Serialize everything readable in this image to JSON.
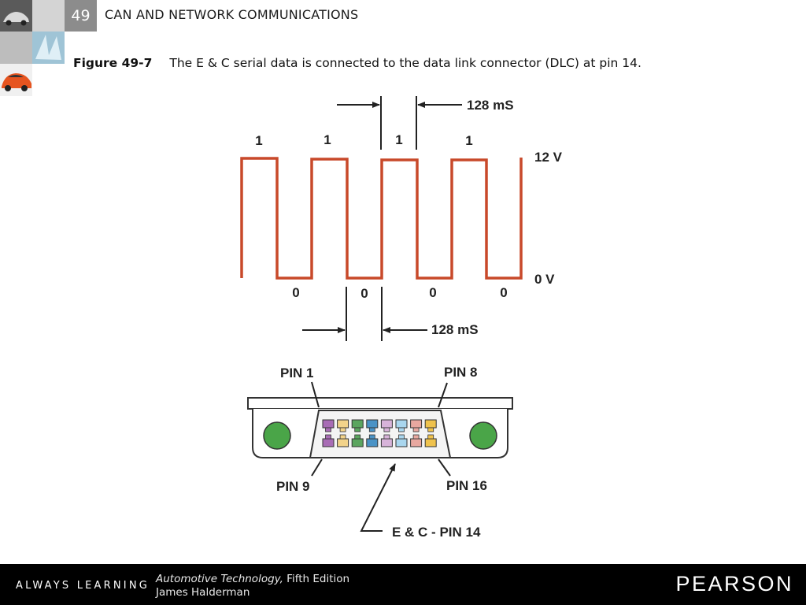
{
  "header": {
    "chapter_number": "49",
    "chapter_title": "CAN AND NETWORK COMMUNICATIONS"
  },
  "caption": {
    "label": "Figure 49-7",
    "text": "The E & C serial data is connected to the data link connector (DLC) at pin 14."
  },
  "waveform": {
    "high_bits": [
      "1",
      "1",
      "1",
      "1"
    ],
    "low_bits": [
      "0",
      "0",
      "0",
      "0"
    ],
    "voltage_high": "12 V",
    "voltage_low": "0 V",
    "period_top": "128 mS",
    "period_bottom": "128 mS",
    "colors": {
      "signal": "#c8492a"
    }
  },
  "connector": {
    "pin1_label": "PIN 1",
    "pin8_label": "PIN 8",
    "pin9_label": "PIN 9",
    "pin16_label": "PIN 16",
    "ec_pin_label": "E & C - PIN 14",
    "pin_colors": [
      "#a86cb5",
      "#f2d38a",
      "#5ba55f",
      "#4a93c6",
      "#d7b3d9",
      "#a9d6ee",
      "#e8a8a0",
      "#efc24d"
    ],
    "mount_hole_color": "#4aa548"
  },
  "footer": {
    "tagline": "ALWAYS LEARNING",
    "book_title": "Automotive Technology,",
    "edition": " Fifth Edition",
    "author": "James Halderman",
    "brand": "PEARSON"
  }
}
